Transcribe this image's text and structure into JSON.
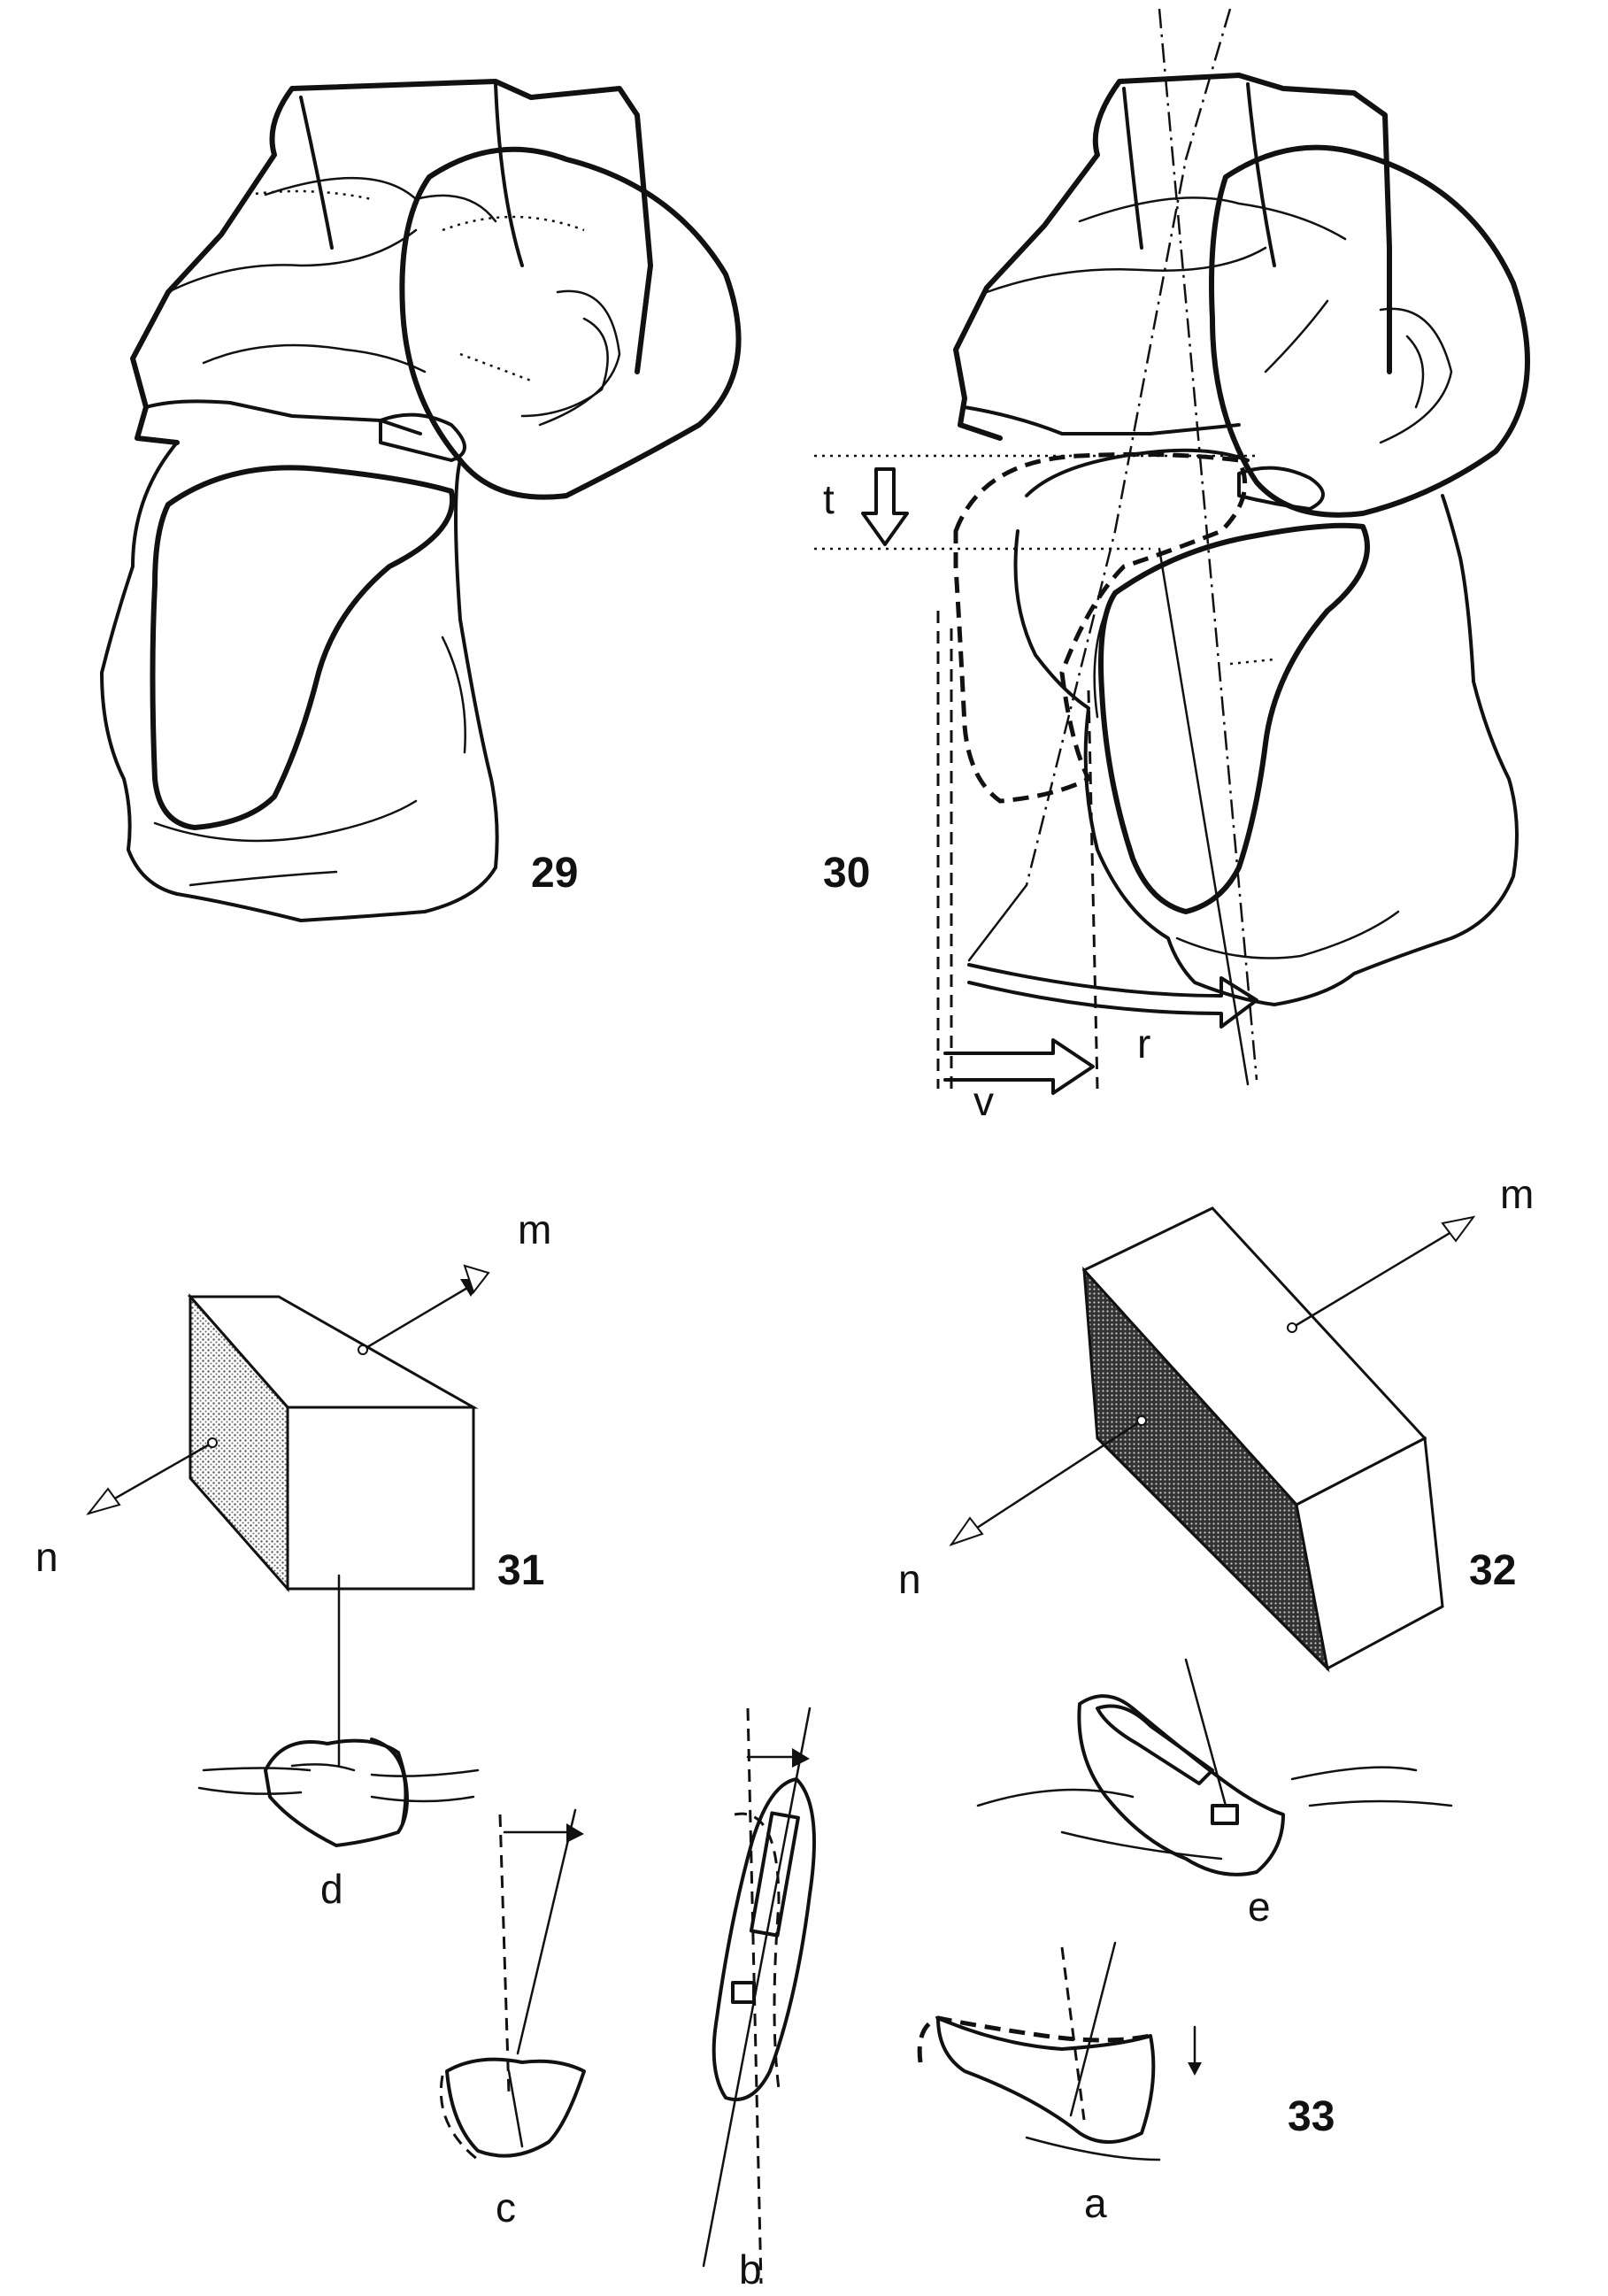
{
  "figures": [
    {
      "number": "29"
    },
    {
      "number": "30",
      "labels": {
        "t": "t",
        "r": "r",
        "v": "v"
      }
    },
    {
      "number": "31",
      "labels": {
        "m": "m",
        "n": "n"
      }
    },
    {
      "number": "32",
      "labels": {
        "m": "m",
        "n": "n"
      }
    },
    {
      "number": "33",
      "labels": {
        "a": "a",
        "b": "b",
        "c": "c",
        "d": "d",
        "e": "e"
      }
    }
  ],
  "colors": {
    "ink": "#111111",
    "paper": "#ffffff",
    "shade": "#555555"
  }
}
